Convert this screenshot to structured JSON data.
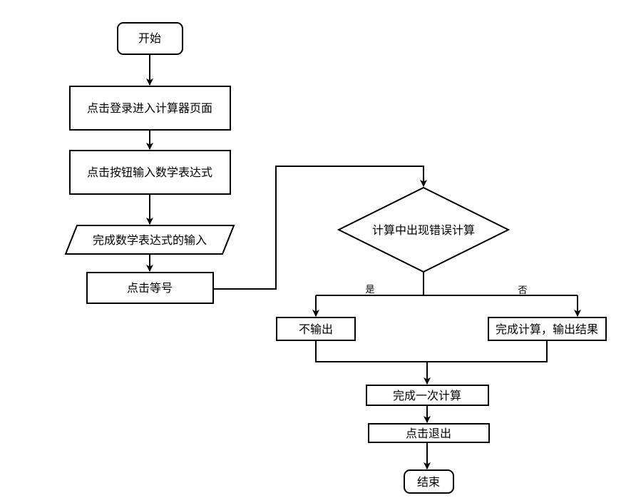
{
  "flowchart": {
    "nodes": {
      "start": "开始",
      "login": "点击登录进入计算器页面",
      "input": "点击按钮输入数学表达式",
      "input_done": "完成数学表达式的输入",
      "equals": "点击等号",
      "decision": "计算中出现错误计算",
      "no_output": "不输出",
      "output_result": "完成计算，输出结果",
      "complete_once": "完成一次计算",
      "exit": "点击退出",
      "end": "结束"
    },
    "edge_labels": {
      "yes": "是",
      "no": "否"
    }
  }
}
